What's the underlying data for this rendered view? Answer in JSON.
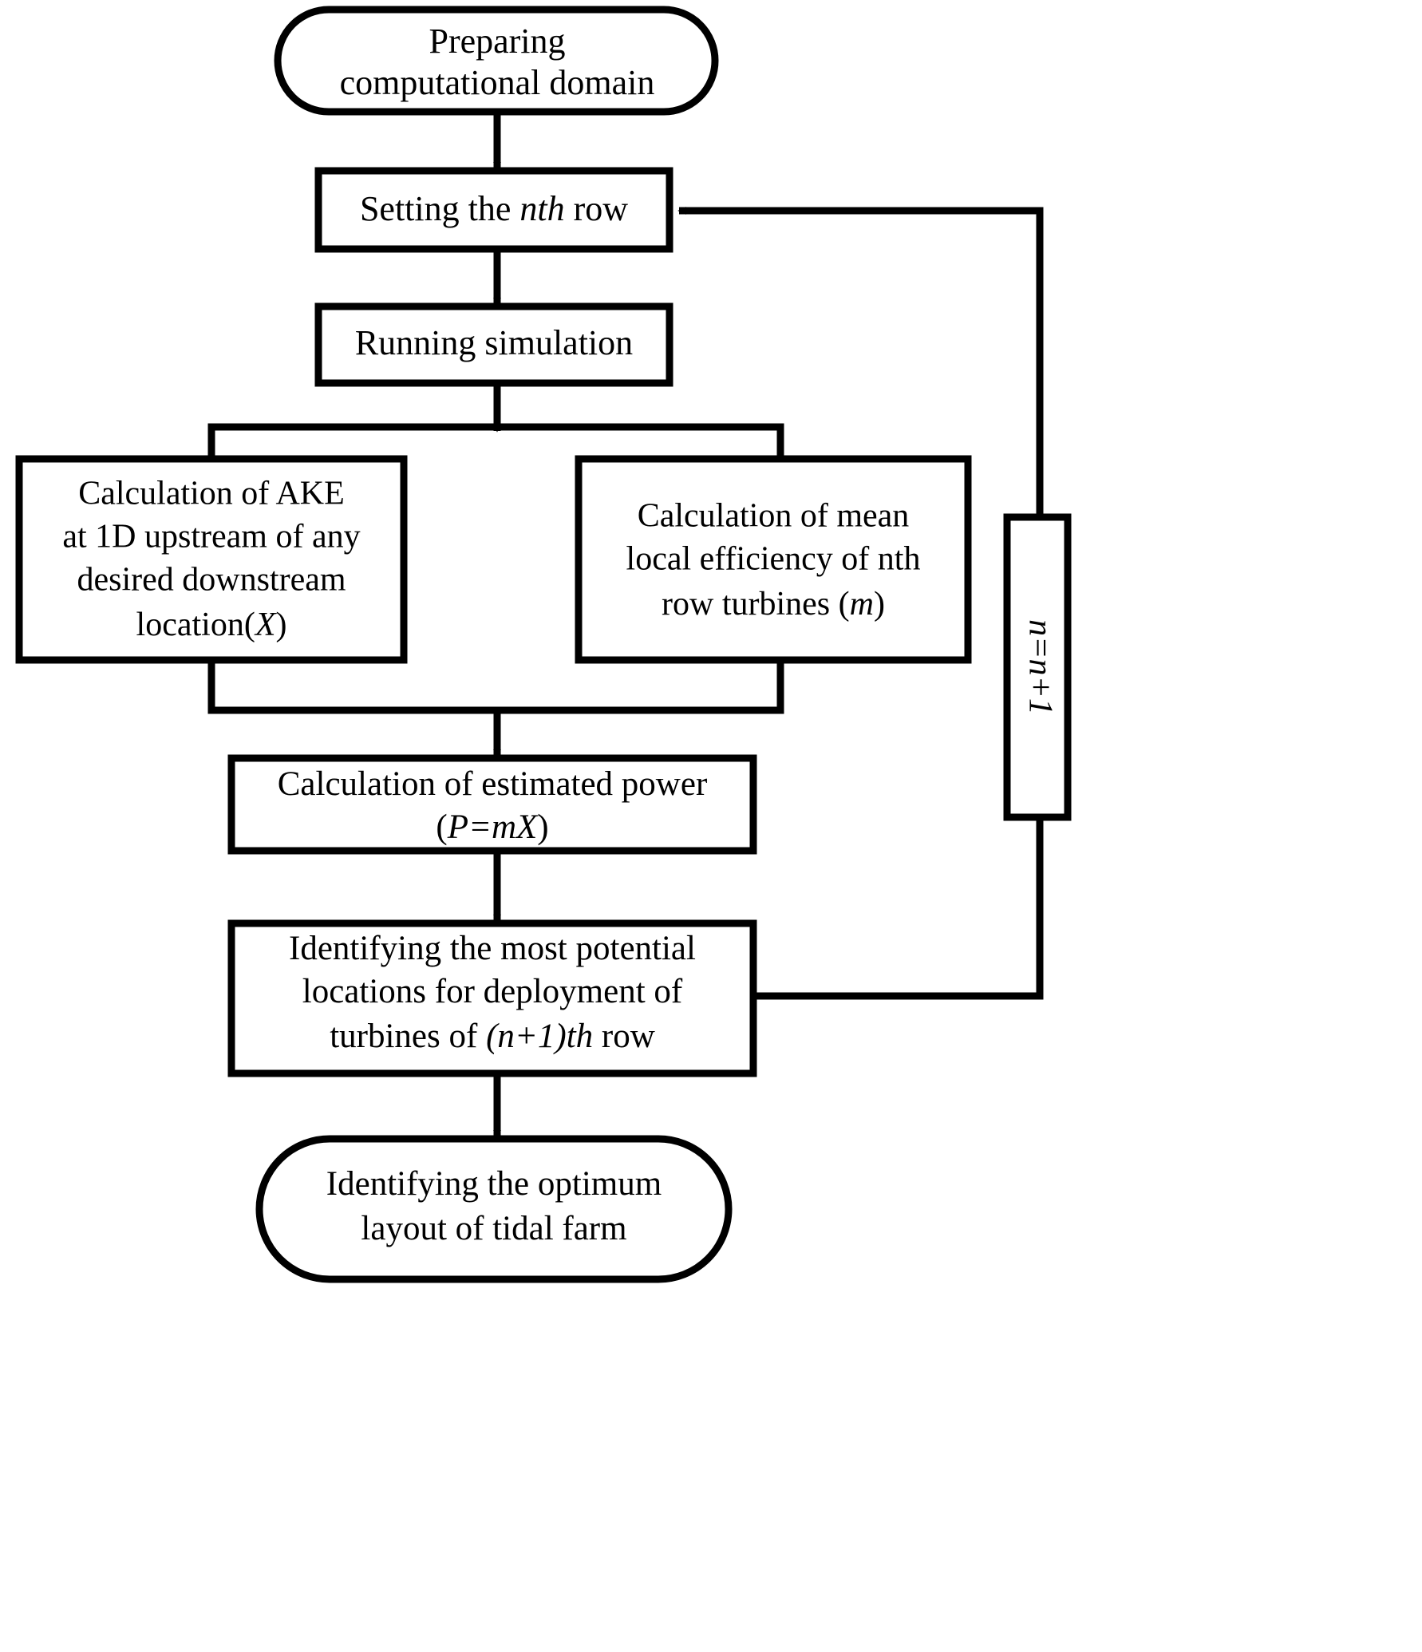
{
  "diagram": {
    "title": "Tidal farm layout optimization flowchart",
    "type": "flowchart",
    "stroke_color": "#000000",
    "fill_color": "#ffffff",
    "background": "#ffffff",
    "nodes": [
      {
        "id": "start",
        "shape": "stadium",
        "lines": [
          "Preparing",
          "computational domain"
        ]
      },
      {
        "id": "set-row",
        "shape": "rectangle",
        "lines_rich": [
          [
            {
              "t": "Setting the ",
              "i": false
            },
            {
              "t": "nth",
              "i": true
            },
            {
              "t": " row",
              "i": false
            }
          ]
        ],
        "plain": "Setting the nth row"
      },
      {
        "id": "run-sim",
        "shape": "rectangle",
        "lines": [
          "Running  simulation"
        ],
        "plain": "Running simulation"
      },
      {
        "id": "calc-ake",
        "shape": "rectangle",
        "lines_rich": [
          [
            {
              "t": "Calculation of AKE",
              "i": false
            }
          ],
          [
            {
              "t": "at 1D upstream of any",
              "i": false
            }
          ],
          [
            {
              "t": "desired downstream",
              "i": false
            }
          ],
          [
            {
              "t": "location(",
              "i": false
            },
            {
              "t": "X",
              "i": true
            },
            {
              "t": ")",
              "i": false
            }
          ]
        ],
        "plain": "Calculation of AKE at 1D upstream of any desired downstream location(X)"
      },
      {
        "id": "calc-efficiency",
        "shape": "rectangle",
        "lines_rich": [
          [
            {
              "t": "Calculation of mean",
              "i": false
            }
          ],
          [
            {
              "t": "local efficiency of nth",
              "i": false
            }
          ],
          [
            {
              "t": "row turbines (",
              "i": false
            },
            {
              "t": "m",
              "i": true
            },
            {
              "t": ")",
              "i": false
            }
          ]
        ],
        "plain": "Calculation of mean local efficiency of nth row turbines (m)"
      },
      {
        "id": "calc-power",
        "shape": "rectangle",
        "lines_rich": [
          [
            {
              "t": "Calculation of estimated power",
              "i": false
            }
          ],
          [
            {
              "t": "(",
              "i": false
            },
            {
              "t": "P=mX",
              "i": true
            },
            {
              "t": ")",
              "i": false
            }
          ]
        ],
        "plain": "Calculation of estimated power (P=mX)"
      },
      {
        "id": "identify-locations",
        "shape": "rectangle",
        "lines_rich": [
          [
            {
              "t": "Identifying the most potential",
              "i": false
            }
          ],
          [
            {
              "t": "locations for deployment of",
              "i": false
            }
          ],
          [
            {
              "t": "turbines of ",
              "i": false
            },
            {
              "t": "(n+1)th",
              "i": true
            },
            {
              "t": " row",
              "i": false
            }
          ]
        ],
        "plain": "Identifying the most potential locations for deployment of turbines of (n+1)th row"
      },
      {
        "id": "end",
        "shape": "stadium",
        "lines": [
          "Identifying the optimum",
          "layout of tidal farm"
        ]
      },
      {
        "id": "increment",
        "shape": "rectangle-vertical",
        "lines_rich": [
          [
            {
              "t": "n=n+1",
              "i": true
            }
          ]
        ],
        "plain": "n=n+1",
        "rotation_deg": 90
      }
    ],
    "edges": [
      {
        "from": "start",
        "to": "set-row",
        "style": "arrow-down"
      },
      {
        "from": "set-row",
        "to": "run-sim",
        "style": "arrow-down"
      },
      {
        "from": "run-sim",
        "to": "split-bracket",
        "style": "arrow-down"
      },
      {
        "from": "split-bracket",
        "to": "calc-ake",
        "style": "bracket-split"
      },
      {
        "from": "split-bracket",
        "to": "calc-efficiency",
        "style": "bracket-split"
      },
      {
        "from": "calc-ake",
        "to": "merge-bracket",
        "style": "bracket-merge"
      },
      {
        "from": "calc-efficiency",
        "to": "merge-bracket",
        "style": "bracket-merge"
      },
      {
        "from": "merge-bracket",
        "to": "calc-power",
        "style": "arrow-down"
      },
      {
        "from": "calc-power",
        "to": "identify-locations",
        "style": "arrow-down"
      },
      {
        "from": "identify-locations",
        "to": "end",
        "style": "arrow-down"
      },
      {
        "from": "identify-locations",
        "to": "increment",
        "style": "feedback-right"
      },
      {
        "from": "increment",
        "to": "set-row",
        "style": "feedback-up-left-arrow"
      }
    ]
  }
}
